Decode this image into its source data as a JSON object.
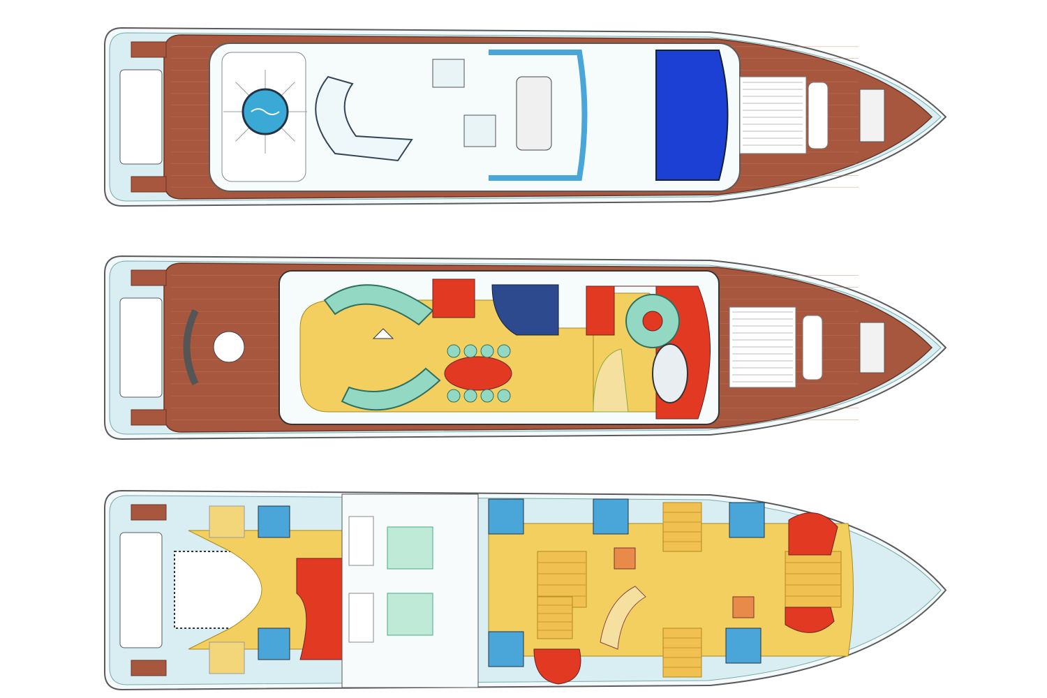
{
  "decks": [
    {
      "id": "flybridge"
    },
    {
      "id": "main-deck"
    },
    {
      "id": "lower-deck"
    }
  ],
  "colors": {
    "wood": "#a8573f",
    "wood_light": "#c47a5c",
    "hull_outline": "#5a5a5a",
    "hull_fill": "#f4fafb",
    "pale_blue": "#d8eef3",
    "yellow": "#f2cf5e",
    "red": "#e23a22",
    "teal": "#93d8c3",
    "blue_dark": "#1c3fd4",
    "blue_mid": "#4aa6d8",
    "pool": "#3aa9d6",
    "mint": "#bfead8",
    "orange": "#e88a4a"
  }
}
